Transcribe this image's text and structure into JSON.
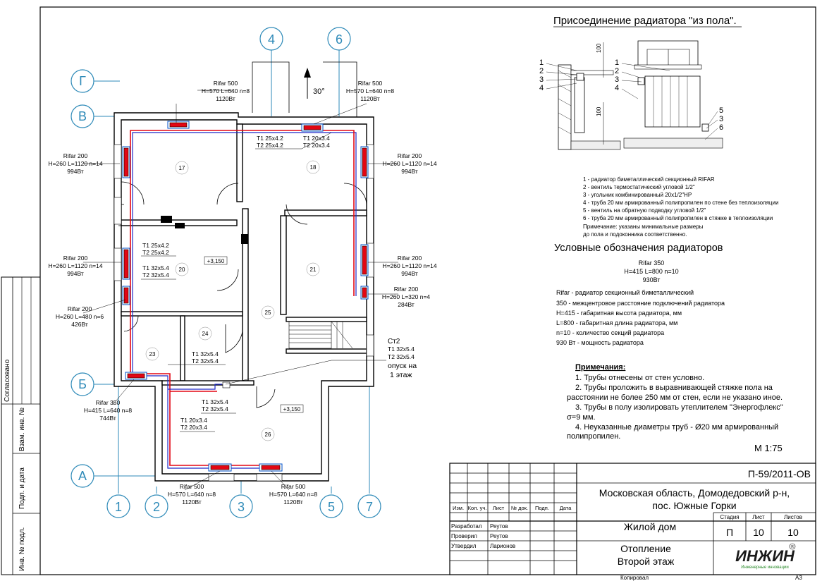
{
  "colors": {
    "supply_pipe": "#e30613",
    "return_pipe": "#1e28c8",
    "axis": "#2e8ab8"
  },
  "plan": {
    "axes_top": [
      "4",
      "6"
    ],
    "axes_bottom": [
      "1",
      "2",
      "3",
      "5",
      "7"
    ],
    "axes_left": [
      "Г",
      "В",
      "Б",
      "А"
    ],
    "north_angle": "30°",
    "rooms": [
      "17",
      "18",
      "20",
      "21",
      "23",
      "24",
      "25",
      "26"
    ],
    "levels": [
      "+3,150",
      "+3,150"
    ],
    "radiators": [
      {
        "model": "Rifar 500",
        "spec": "H=570 L=640 n=8",
        "power": "1120Вт"
      },
      {
        "model": "Rifar 500",
        "spec": "H=570 L=640 n=8",
        "power": "1120Вт"
      },
      {
        "model": "Rifar 200",
        "spec": "H=260 L=1120 n=14",
        "power": "994Вт"
      },
      {
        "model": "Rifar 200",
        "spec": "H=260 L=1120 n=14",
        "power": "994Вт"
      },
      {
        "model": "Rifar 200",
        "spec": "H=260 L=1120 n=14",
        "power": "994Вт"
      },
      {
        "model": "Rifar 200",
        "spec": "H=260 L=1120 n=14",
        "power": "994Вт"
      },
      {
        "model": "Rifar 200",
        "spec": "H=260 L=480 n=6",
        "power": "426Вт"
      },
      {
        "model": "Rifar 200",
        "spec": "H=260 L=320 n=4",
        "power": "284Вт"
      },
      {
        "model": "Rifar 350",
        "spec": "H=415 L=640 n=8",
        "power": "744Вт"
      },
      {
        "model": "Rifar 500",
        "spec": "H=570 L=640 n=8",
        "power": "1120Вт"
      },
      {
        "model": "Rifar 500",
        "spec": "H=570 L=640 n=8",
        "power": "1120Вт"
      }
    ],
    "pipes": [
      {
        "t1": "Т1 25х4.2",
        "t2": "Т2 25х4.2"
      },
      {
        "t1": "Т1 20х3.4",
        "t2": "Т2 20х3.4"
      },
      {
        "t1": "Т1 25х4.2",
        "t2": "Т2 25х4.2"
      },
      {
        "t1": "Т1 32х5.4",
        "t2": "Т2 32х5.4"
      },
      {
        "t1": "Т1 32х5.4",
        "t2": "Т2 32х5.4"
      },
      {
        "t1": "Т1 32х5.4",
        "t2": "Т2 32х5.4"
      },
      {
        "t1": "Т1 20х3.4",
        "t2": "Т2 20х3.4"
      }
    ],
    "riser": {
      "name": "Ст2",
      "t1": "Т1 32х5.4",
      "t2": "Т2 32х5.4",
      "note1": "опуск на",
      "note2": "1 этаж"
    }
  },
  "detail": {
    "title": "Присоединение радиатора \"из пола\".",
    "dims": [
      "100",
      "100"
    ],
    "callouts_left": [
      "1",
      "2",
      "3",
      "4"
    ],
    "callouts_right": [
      "1",
      "2",
      "3",
      "4"
    ],
    "callouts_bottom": [
      "5",
      "3",
      "6"
    ],
    "legend": [
      "1 - радиатор биметаллический секционный RIFAR",
      "2 - вентиль термостатический угловой 1/2\"",
      "3 - угольник комбинированный 20х1/2\"НР",
      "4 - труба 20 мм армированный полипропилен по стене без теплоизоляции",
      "5 - вентиль на обратную подводку угловой 1/2\"",
      "6 - труба 20 мм армированный полипропилен в стяжке в теплоизоляции"
    ],
    "note1": "Примечание: указаны минимальные размеры",
    "note2": "до пола и подоконника соответственно."
  },
  "symbols": {
    "title": "Условные обозначения радиаторов",
    "example_model": "Rifar 350",
    "example_spec": "H=415 L=800 n=10",
    "example_power": "930Вт",
    "lines": [
      "Rifar - радиатор секционный биметаллический",
      "350 - межцентровое расстояние подключений радиатора",
      "H=415 - габаритная высота радиатора, мм",
      "L=800 - габаритная длина радиатора, мм",
      "n=10 - количество секций радиатора",
      "930 Вт - мощность радиатора"
    ]
  },
  "notes": {
    "title": "Примечания:",
    "lines": [
      "1. Трубы отнесены от стен условно.",
      "2. Трубы проложить в выравнивающей стяжке  пола на",
      "расстоянии не более 250 мм от стен, если не указано иное.",
      "3. Трубы в полу изолировать утеплителем \"Энергофлекс\"",
      "σ=9 мм.",
      "4. Неуказанные диаметры труб - Ø20 мм армированный",
      "полипропилен."
    ],
    "scale": "М 1:75"
  },
  "stamp": {
    "code": "П-59/2011-ОВ",
    "location1": "Московская область, Домодедовский р-н,",
    "location2": "пос. Южные Горки",
    "col_headers": [
      "Изм.",
      "Кол. уч.",
      "Лист",
      "№ док.",
      "Подп.",
      "Дата"
    ],
    "people": [
      {
        "role": "Разработал",
        "name": "Реутов"
      },
      {
        "role": "Проверил",
        "name": "Реутов"
      },
      {
        "role": "Утвердил",
        "name": "Ларионов"
      }
    ],
    "object": "Жилой дом",
    "stage_label": "Стадия",
    "sheet_label": "Лист",
    "sheets_label": "Листов",
    "stage": "П",
    "sheet": "10",
    "sheets": "10",
    "title1": "Отопление",
    "title2": "Второй этаж",
    "logo": "ИНЖИН",
    "logo_sub": "Инженерные инновации",
    "copied": "Копировал",
    "format": "А3"
  },
  "side_stamp": [
    "Согласовано",
    "Взам. инв. №",
    "Подп. и дата",
    "Инв. № подл."
  ]
}
